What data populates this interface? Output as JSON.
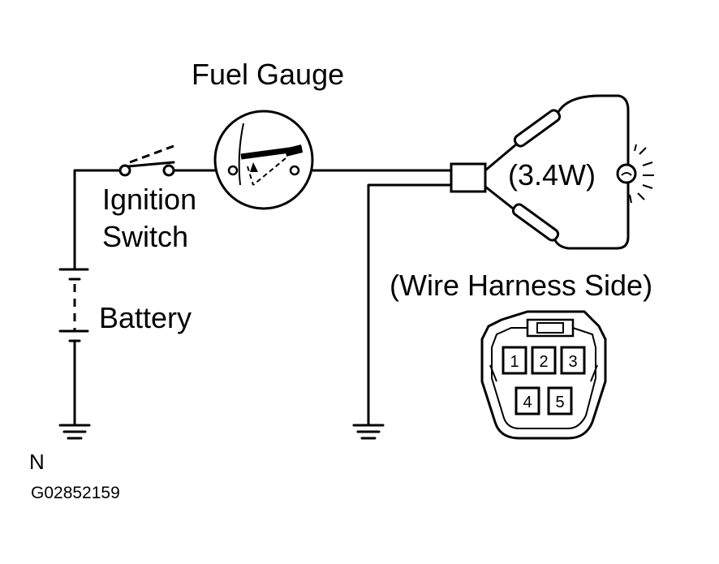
{
  "labels": {
    "fuel_gauge": "Fuel Gauge",
    "ignition_line1": "Ignition",
    "ignition_line2": "Switch",
    "battery": "Battery",
    "wattage": "(3.4W)",
    "harness_side": "(Wire Harness Side)",
    "north": "N",
    "figure_id": "G02852159"
  },
  "connector": {
    "pins_top": [
      "1",
      "2",
      "3"
    ],
    "pins_bottom": [
      "4",
      "5"
    ]
  },
  "icons": [
    "ground-icon",
    "lamp-icon",
    "switch-icon",
    "gauge-icon",
    "battery-icon",
    "connector-icon"
  ]
}
